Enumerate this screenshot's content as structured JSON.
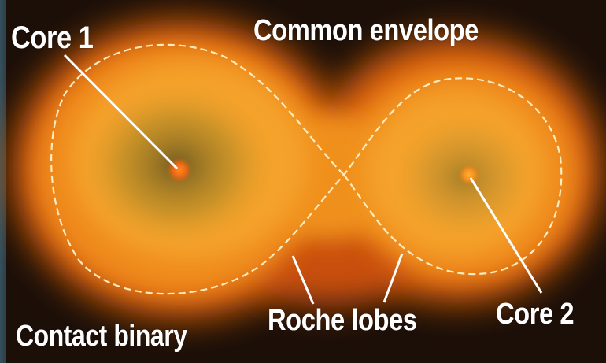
{
  "labels": {
    "core1": "Core 1",
    "envelope": "Common envelope",
    "contact_binary": "Contact binary",
    "roche_lobes": "Roche lobes",
    "core2": "Core 2"
  },
  "colors": {
    "background": "#1b0f08",
    "glow_outer": "#f07a10",
    "glow_inner": "#f5a22a",
    "core_dark": "#8a6a22",
    "core_bright": "#ff7a1a",
    "roche_line": "#fff1c8",
    "pointer_line": "#ffffff",
    "label_text": "#ffffff"
  }
}
